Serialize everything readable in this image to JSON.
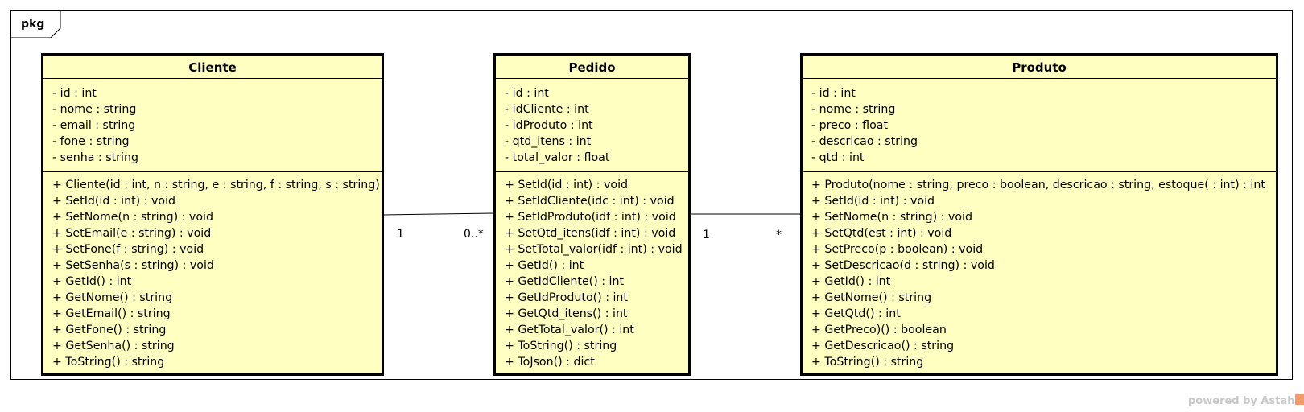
{
  "package": {
    "label": "pkg"
  },
  "classes": {
    "cliente": {
      "name": "Cliente",
      "attributes": [
        "- id : int",
        "- nome : string",
        "- email : string",
        "- fone : string",
        "- senha : string"
      ],
      "operations": [
        "+ Cliente(id : int, n : string, e : string, f : string, s : string)",
        "+ SetId(id : int) : void",
        "+ SetNome(n : string) : void",
        "+ SetEmail(e : string) : void",
        "+ SetFone(f : string) : void",
        "+ SetSenha(s : string) : void",
        "+ GetId() : int",
        "+ GetNome() : string",
        "+ GetEmail() : string",
        "+ GetFone() : string",
        "+ GetSenha() : string",
        "+ ToString() : string"
      ]
    },
    "pedido": {
      "name": "Pedido",
      "attributes": [
        "- id : int",
        "- idCliente : int",
        "- idProduto : int",
        "- qtd_itens : int",
        "- total_valor : float"
      ],
      "operations": [
        "+ SetId(id : int) : void",
        "+ SetIdCliente(idc : int) : void",
        "+ SetIdProduto(idf : int) : void",
        "+ SetQtd_itens(idf : int) : void",
        "+ SetTotal_valor(idf : int) : void",
        "+ GetId() : int",
        "+ GetIdCliente() : int",
        "+ GetIdProduto() : int",
        "+ GetQtd_itens() : int",
        "+ GetTotal_valor() : int",
        "+ ToString() : string",
        "+ ToJson() : dict"
      ]
    },
    "produto": {
      "name": "Produto",
      "attributes": [
        "- id : int",
        "- nome : string",
        "- preco : float",
        "- descricao : string",
        "- qtd : int"
      ],
      "operations": [
        "+ Produto(nome : string, preco : boolean, descricao : string, estoque( : int) : int",
        "+ SetId(id : int) : void",
        "+ SetNome(n : string) : void",
        "+ SetQtd(est : int) : void",
        "+ SetPreco(p : boolean) : void",
        "+ SetDescricao(d : string) : void",
        "+ GetId() : int",
        "+ GetNome() : string",
        "+ GetQtd() : int",
        "+ GetPreco)() : boolean",
        "+ GetDescricao() : string",
        "+ ToString() : string"
      ]
    }
  },
  "associations": {
    "cliente_pedido": {
      "source_mult": "1",
      "target_mult": "0..*"
    },
    "pedido_produto": {
      "source_mult": "1",
      "target_mult": "*"
    }
  },
  "watermark": {
    "text": "powered by Astah"
  },
  "colors": {
    "class_fill": "#ffffc2",
    "border": "#000000",
    "watermark": "#c8c8c8",
    "logo": "#f29c6b"
  }
}
